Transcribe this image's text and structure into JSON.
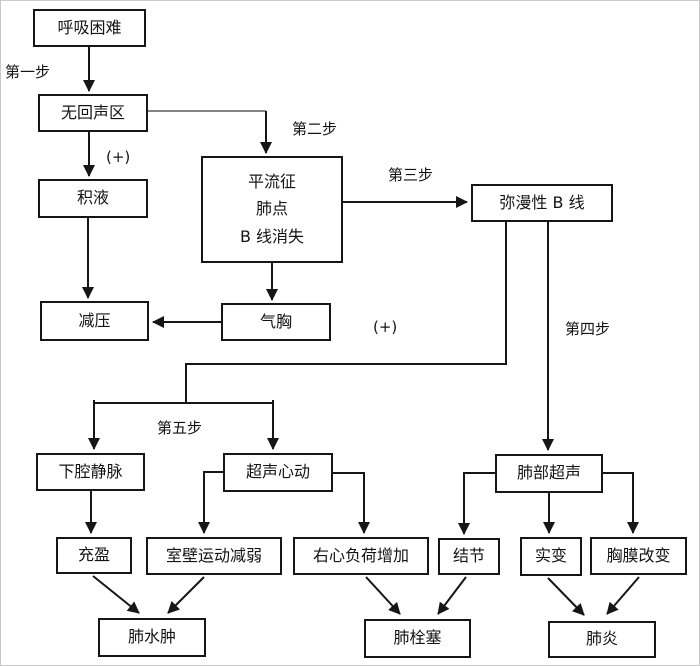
{
  "figure": {
    "background_color": "#ffffff",
    "line_color": "#161616"
  },
  "diagram": {
    "nodes": {
      "dyspnea": {
        "label": "呼吸困难"
      },
      "anechoic_zone": {
        "label": "无回声区"
      },
      "effusion": {
        "label": "积液"
      },
      "decompression": {
        "label": "减压"
      },
      "pneumothorax_signs": {
        "lines": [
          "平流征",
          "肺点",
          "B 线消失"
        ]
      },
      "pneumothorax": {
        "label": "气胸"
      },
      "diffuse_b_lines": {
        "label": "弥漫性 B 线"
      },
      "inferior_vena_cava": {
        "label": "下腔静脉"
      },
      "echocardiography": {
        "label": "超声心动"
      },
      "lung_ultrasound": {
        "label": "肺部超声"
      },
      "filling": {
        "label": "充盈"
      },
      "wall_motion_weakened": {
        "label": "室壁运动减弱"
      },
      "right_heart_load_increased": {
        "label": "右心负荷增加"
      },
      "nodules": {
        "label": "结节"
      },
      "consolidation": {
        "label": "实变"
      },
      "pleural_changes": {
        "label": "胸膜改变"
      },
      "pulmonary_edema": {
        "label": "肺水肿"
      },
      "pulmonary_embolism": {
        "label": "肺栓塞"
      },
      "pneumonia": {
        "label": "肺炎"
      }
    },
    "step_labels": {
      "step1": "第一步",
      "step2": "第二步",
      "step3": "第三步",
      "step4": "第四步",
      "step5": "第五步"
    },
    "annotations": {
      "plus_effusion": "(+)",
      "plus_b_lines": "(+)"
    }
  }
}
